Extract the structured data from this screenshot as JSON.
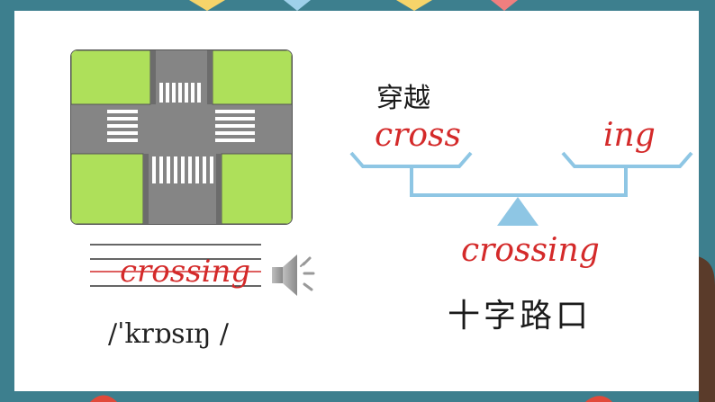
{
  "lesson": {
    "chinese_gloss_cross": "穿越",
    "word_cross": "cross",
    "suffix_ing": "ing",
    "result_word": "crossing",
    "chinese_meaning": "十字路口",
    "handwriting_word": "crossing",
    "phonetic": "/ˈkrɒsɪŋ /"
  },
  "icons": {
    "audio": "speaker-icon",
    "picture": "road-intersection-illustration"
  },
  "colors": {
    "background": "#3d7f8e",
    "red": "#d42a2a",
    "bracket": "#8ec6e4",
    "road": "#858585",
    "grass": "#aee05a"
  }
}
